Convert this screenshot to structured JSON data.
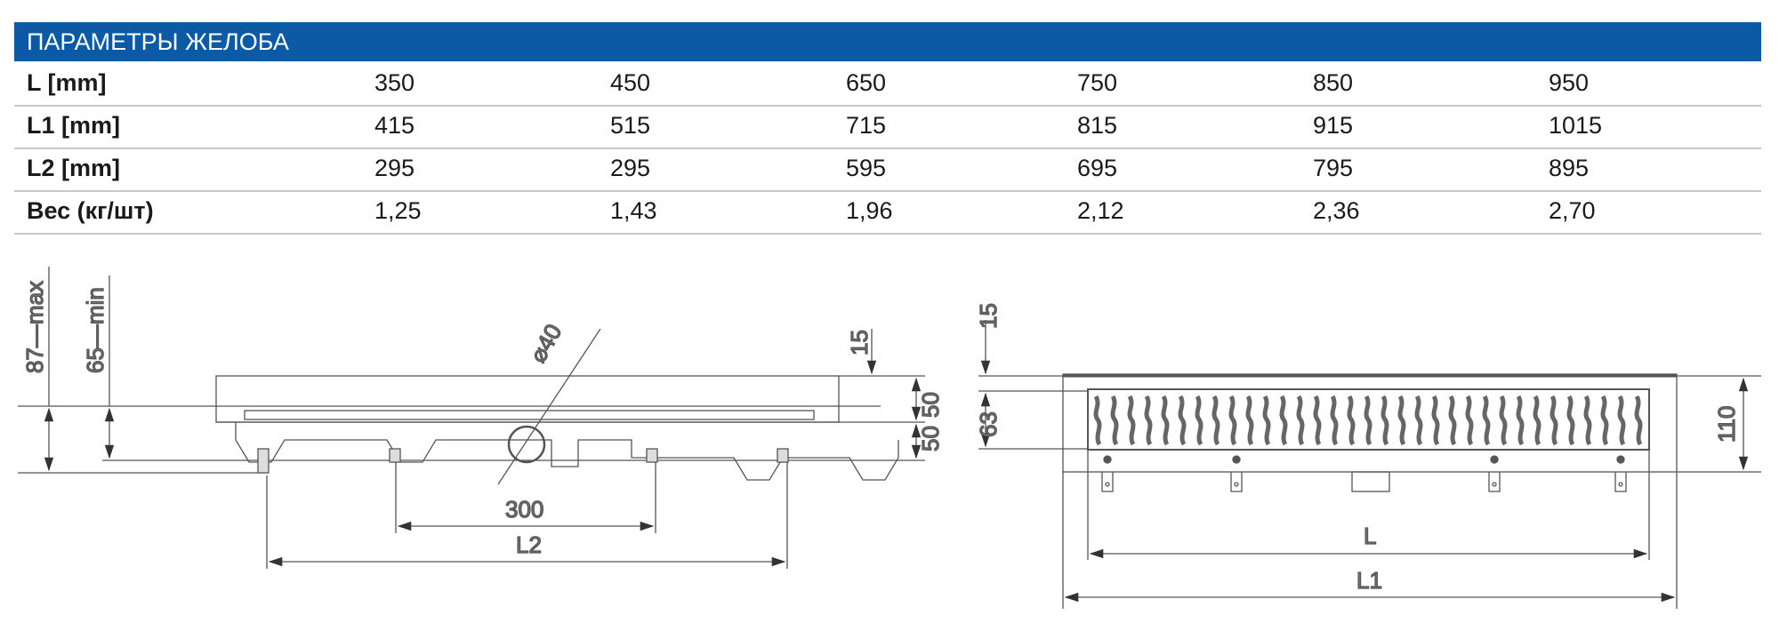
{
  "table": {
    "title": "ПАРАМЕТРЫ ЖЕЛОБА",
    "rows": [
      {
        "label": "L [mm]",
        "values": [
          "350",
          "450",
          "650",
          "750",
          "850",
          "950"
        ]
      },
      {
        "label": "L1 [mm]",
        "values": [
          "415",
          "515",
          "715",
          "815",
          "915",
          "1015"
        ]
      },
      {
        "label": "L2 [mm]",
        "values": [
          "295",
          "295",
          "595",
          "695",
          "795",
          "895"
        ]
      },
      {
        "label": "Вес (кг/шт)",
        "values": [
          "1,25",
          "1,43",
          "1,96",
          "2,12",
          "2,36",
          "2,70"
        ]
      }
    ]
  },
  "side_view": {
    "dim_max": "87—max",
    "dim_min": "65—min",
    "dim_diameter": "⌀40",
    "dim_top": "15",
    "dim_upper": "50",
    "dim_lower": "50",
    "dim_spacing": "300",
    "dim_l2": "L2"
  },
  "front_view": {
    "dim_top": "15",
    "dim_grate": "63",
    "dim_height": "110",
    "dim_l": "L",
    "dim_l1": "L1"
  },
  "colors": {
    "header": "#0a5aa5",
    "line": "#555555"
  }
}
